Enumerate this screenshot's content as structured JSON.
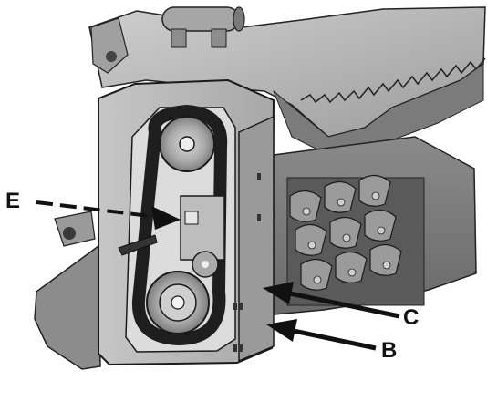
{
  "figure": {
    "callouts": {
      "e": "E",
      "c": "C",
      "b": "B"
    },
    "colors": {
      "machine_light": "#b9b9b9",
      "machine_mid": "#8f8f8f",
      "machine_dark": "#5e5e5e",
      "belt": "#1e1e1e",
      "outline": "#111111",
      "background": "#ffffff"
    },
    "subject": "flail-mower-belt-drive-illustration"
  }
}
